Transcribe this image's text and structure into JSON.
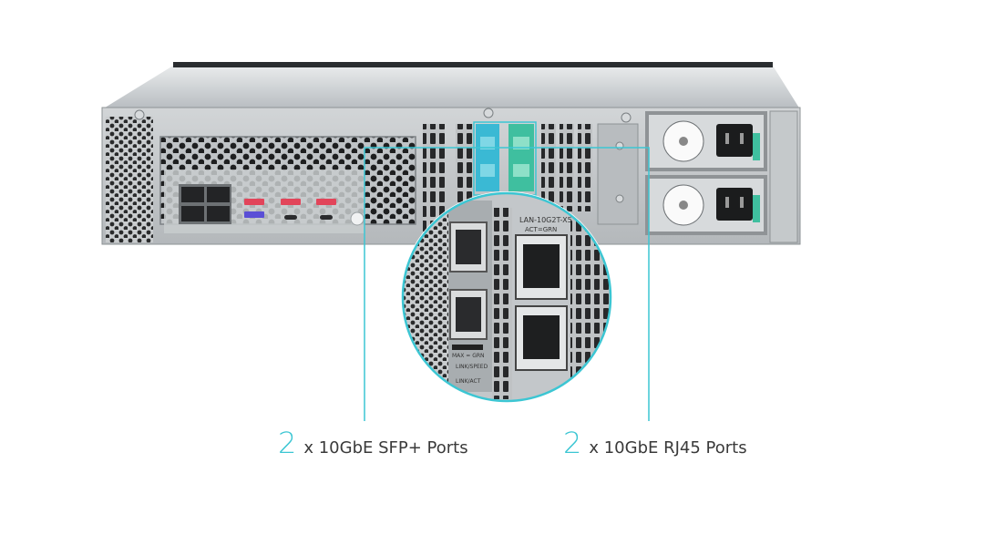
{
  "accent_color": "#3cc6d3",
  "callouts": [
    {
      "count": "2",
      "label": "x 10GbE SFP+ Ports"
    },
    {
      "count": "2",
      "label": "x 10GbE RJ45 Ports"
    }
  ],
  "card_labels": {
    "model": "LAN-10G2T-X5",
    "act": "ACT=GRN",
    "max": "MAX = GRN",
    "link": "LINK/SPEED",
    "link_act": "LINK/ACT"
  },
  "icons": [
    "lan-port-icon",
    "usb-port-icon",
    "power-socket-icon",
    "fan-icon"
  ]
}
